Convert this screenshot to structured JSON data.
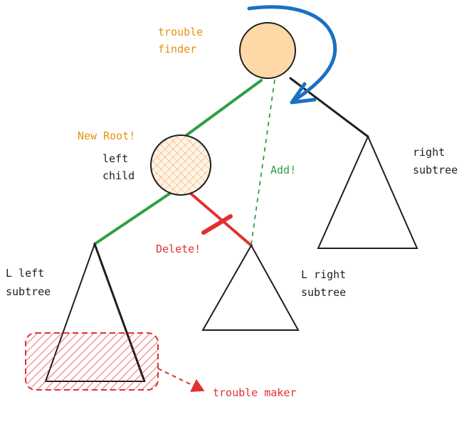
{
  "diagram": {
    "labels": {
      "trouble_finder_line1": "trouble",
      "trouble_finder_line2": "finder",
      "new_root": "New Root!",
      "left_child_line1": "left",
      "left_child_line2": "child",
      "add": "Add!",
      "right_subtree_line1": "right",
      "right_subtree_line2": "subtree",
      "delete": "Delete!",
      "l_left_line1": "L left",
      "l_left_line2": "subtree",
      "l_right_line1": "L right",
      "l_right_line2": "subtree",
      "trouble_maker": "trouble maker"
    },
    "colors": {
      "orange_text": "#e8900c",
      "green": "#2f9e44",
      "red": "#e03131",
      "blue": "#1971c2",
      "node_fill": "#ffd8a8",
      "stroke": "#1e1e1e"
    }
  }
}
